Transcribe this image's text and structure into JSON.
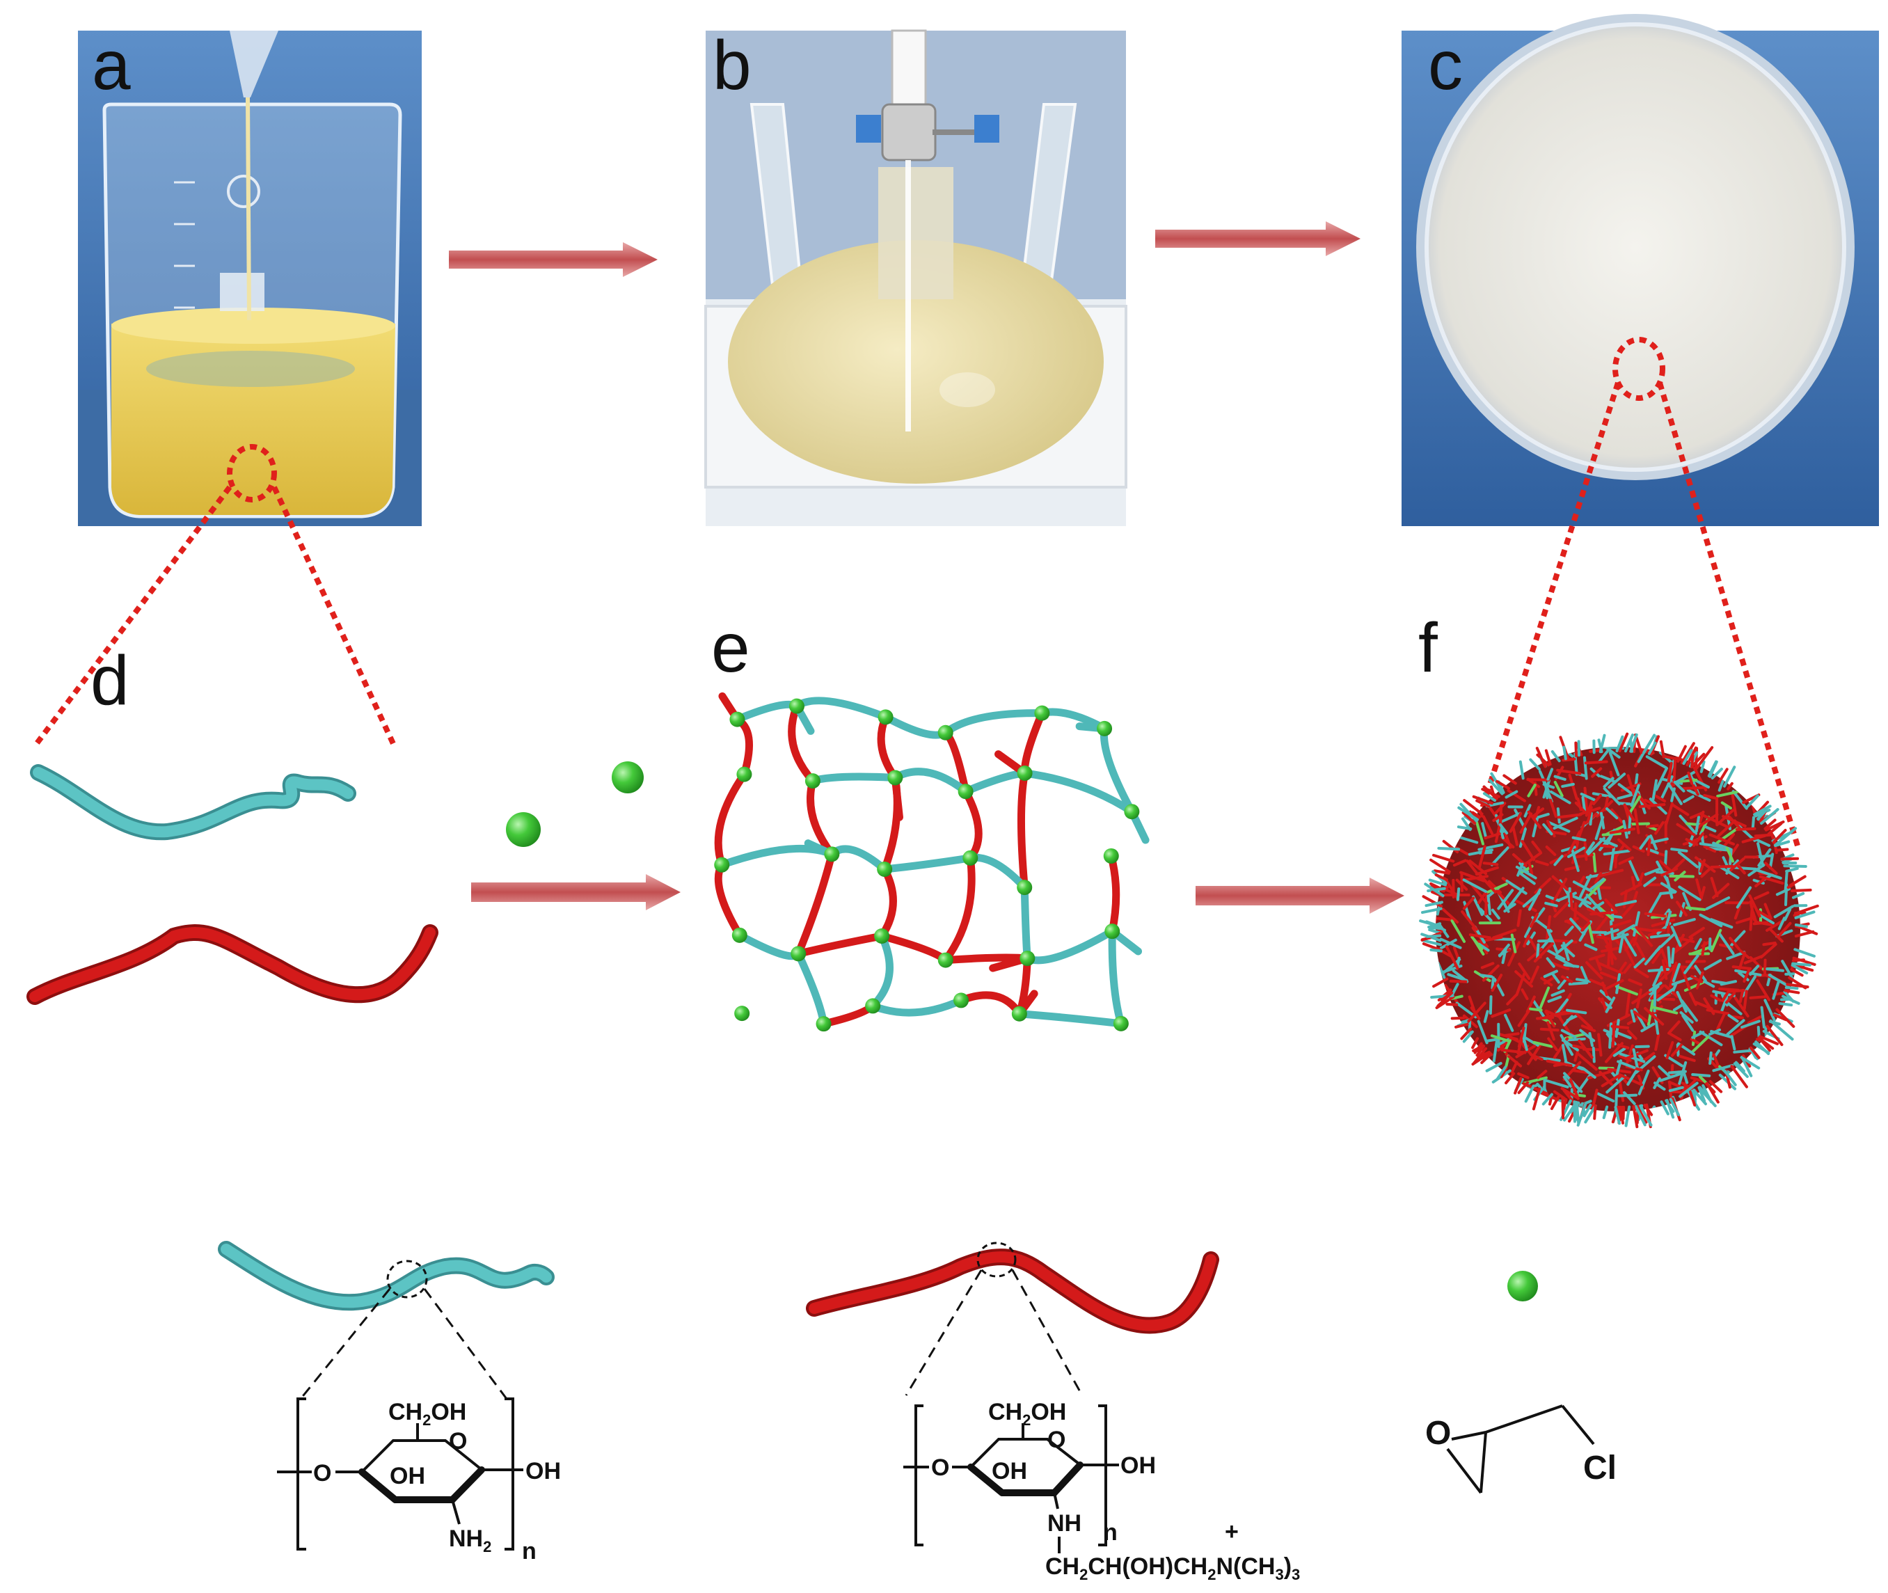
{
  "panels": {
    "a": "a",
    "b": "b",
    "c": "c",
    "d": "d",
    "e": "e",
    "f": "f"
  },
  "colors": {
    "chitosan_chain": "#4fb8b8",
    "quaternized_chain": "#d41a1a",
    "crosslinker_sphere": "#3cc23c",
    "arrow": "#c9676a",
    "zoom_outline": "#e0201b",
    "photo_background": "#3f6ea8"
  },
  "structure_chitosan": {
    "ch2oh": "CH",
    "ch2oh_sub": "2",
    "ch2oh_tail": "OH",
    "ring_o": "O",
    "oh_ring": "OH",
    "oh_right": "OH",
    "nh2_n": "NH",
    "nh2_sub": "2",
    "repeat_n": "n",
    "link_o": "O"
  },
  "structure_quaternized": {
    "ch2oh": "CH",
    "ch2oh_sub": "2",
    "ch2oh_tail": "OH",
    "ring_o": "O",
    "oh_ring": "OH",
    "oh_right": "OH",
    "nh": "NH",
    "repeat_n": "n",
    "link_o": "O",
    "plus": "+",
    "chain_1": "CH",
    "chain_1_sub": "2",
    "chain_2": "CH(OH)CH",
    "chain_2_sub": "2",
    "chain_3": "N(CH",
    "chain_3_sub": "3",
    "chain_4": ")",
    "chain_4_sub": "3"
  },
  "structure_epichlorohydrin": {
    "o": "O",
    "cl": "Cl"
  }
}
